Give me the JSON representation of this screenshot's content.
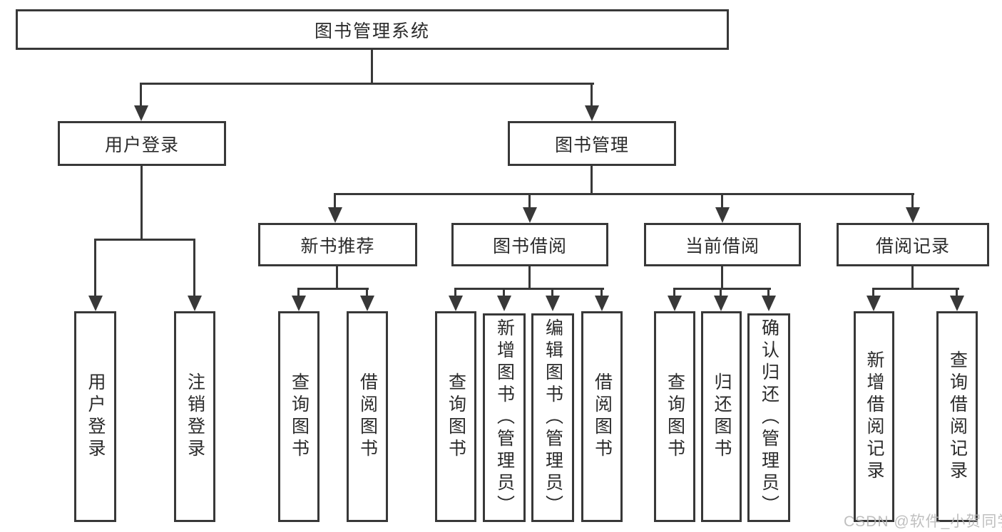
{
  "diagram_type": "hierarchy-tree",
  "tree": {
    "label": "图书管理系统",
    "children": [
      {
        "label": "用户登录",
        "children": [
          {
            "label": "用户登录"
          },
          {
            "label": "注销登录"
          }
        ]
      },
      {
        "label": "图书管理",
        "children": [
          {
            "label": "新书推荐",
            "children": [
              {
                "label": "查询图书"
              },
              {
                "label": "借阅图书"
              }
            ]
          },
          {
            "label": "图书借阅",
            "children": [
              {
                "label": "查询图书"
              },
              {
                "label": "新增图书（管理员）"
              },
              {
                "label": "编辑图书（管理员）"
              },
              {
                "label": "借阅图书"
              }
            ]
          },
          {
            "label": "当前借阅",
            "children": [
              {
                "label": "查询图书"
              },
              {
                "label": "归还图书"
              },
              {
                "label": "确认归还（管理员）"
              }
            ]
          },
          {
            "label": "借阅记录",
            "children": [
              {
                "label": "新增借阅记录"
              },
              {
                "label": "查询借阅记录"
              }
            ]
          }
        ]
      }
    ]
  },
  "watermark": {
    "text": "CSDN @软件_小贺同学"
  },
  "colors": {
    "line": "#383838",
    "text": "#2b2b2b",
    "background": "#ffffff",
    "watermark": "#b5b5b5"
  }
}
